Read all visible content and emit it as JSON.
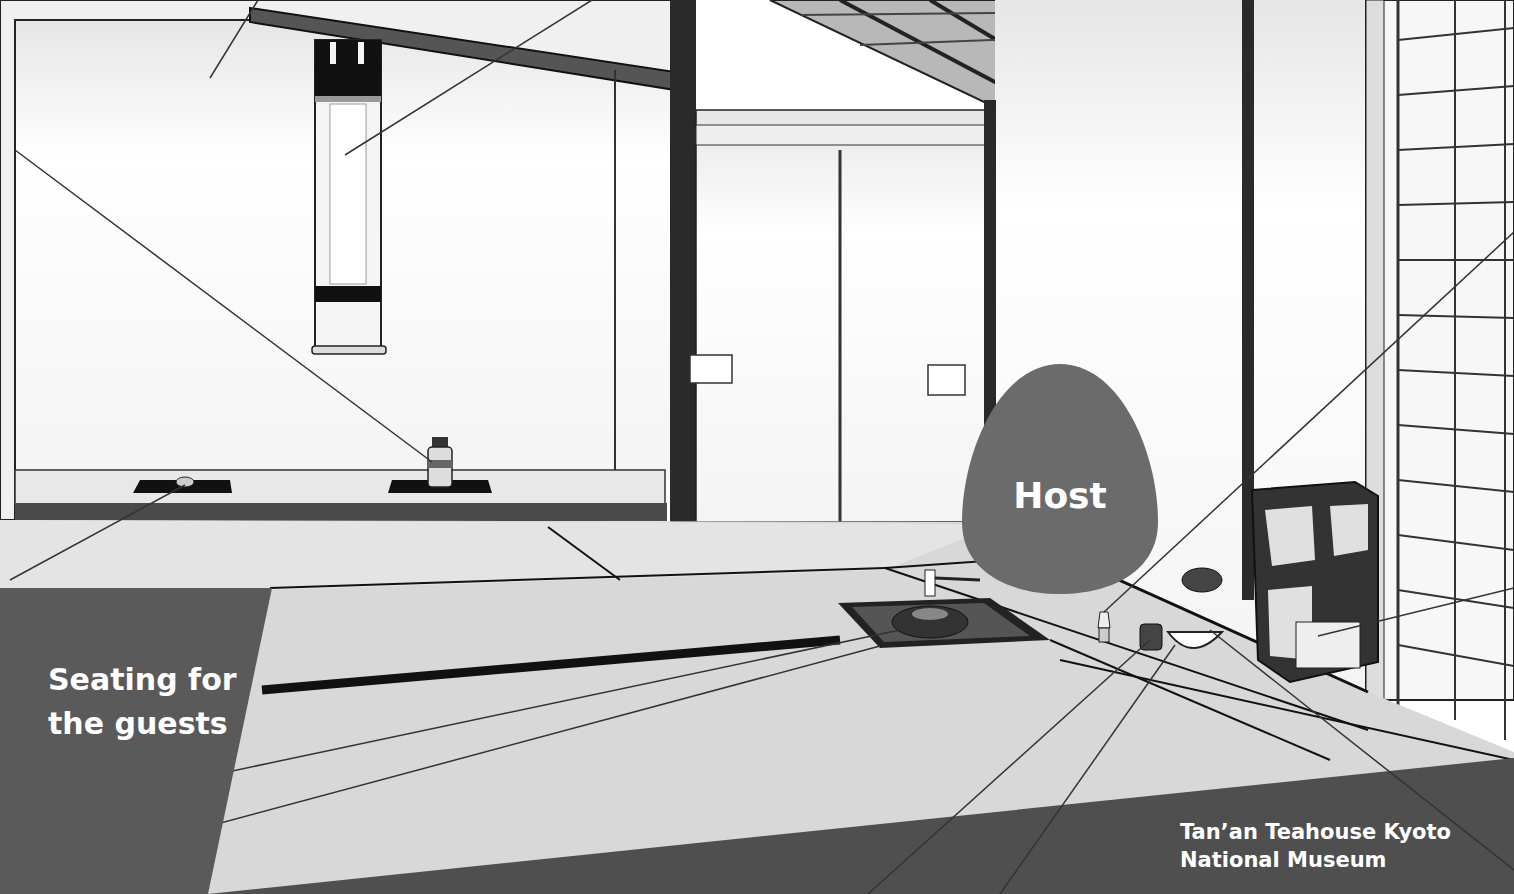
{
  "diagram": {
    "nodes": [
      {
        "text": [
          "Seating for the guests"
        ]
      },
      {
        "text": [
          "Host"
        ]
      }
    ],
    "labels": [
      "Tan’an Teahouse Kyoto National Museum"
    ]
  }
}
